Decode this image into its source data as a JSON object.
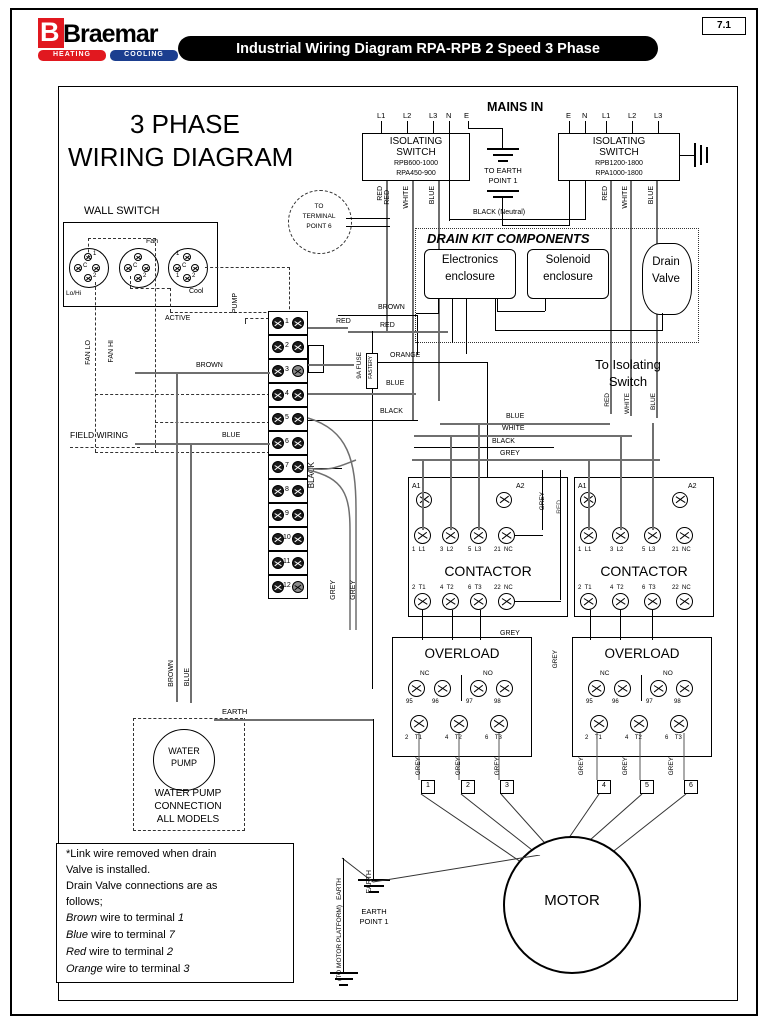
{
  "page": {
    "number": "7.1",
    "brand": {
      "name": "Braemar",
      "tag_left": "HEATING",
      "tag_right": "COOLING"
    },
    "header_title": "Industrial Wiring Diagram RPA-RPB 2 Speed 3 Phase",
    "diagram_title_line1": "3 PHASE",
    "diagram_title_line2": "WIRING DIAGRAM"
  },
  "mains": {
    "label": "MAINS IN",
    "left_switch": {
      "title_line1": "ISOLATING",
      "title_line2": "SWITCH",
      "model1": "RPB600-1000",
      "model2": "RPA450-900",
      "top_terminals": [
        "L1",
        "L2",
        "L3",
        "N",
        "E"
      ],
      "bottom_wires": [
        "RED",
        "WHITE",
        "BLUE"
      ]
    },
    "right_switch": {
      "title_line1": "ISOLATING",
      "title_line2": "SWITCH",
      "model1": "RPB1200-1800",
      "model2": "RPA1000-1800",
      "top_terminals": [
        "E",
        "N",
        "L1",
        "L2",
        "L3"
      ],
      "bottom_wires": [
        "RED",
        "WHITE",
        "BLUE"
      ]
    },
    "earth_note_line1": "TO EARTH",
    "earth_note_line2": "POINT 1",
    "neutral_label": "BLACK (Neutral)"
  },
  "wall_switch": {
    "title": "WALL SWITCH",
    "fan_label": "Fan",
    "cool_label": "Cool",
    "lohi_label": "Lo/Hi",
    "dial_terms": [
      "1",
      "C",
      "2"
    ],
    "active_label": "ACTIVE",
    "pump_label": "PUMP",
    "fan_lo_label": "FAN LO",
    "fan_hi_label": "FAN HI",
    "field_wiring_label": "FIELD WIRING"
  },
  "terminal_point": {
    "line1": "TO",
    "line2": "TERMINAL",
    "line3": "POINT 6"
  },
  "drain_kit": {
    "title": "DRAIN KIT COMPONENTS",
    "items": [
      {
        "line1": "Electronics",
        "line2": "enclosure"
      },
      {
        "line1": "Solenoid",
        "line2": "enclosure"
      },
      {
        "line1": "Drain",
        "line2": "Valve"
      }
    ]
  },
  "terminal_block": {
    "numbers": [
      "1",
      "2",
      "3",
      "4",
      "5",
      "6",
      "7",
      "8",
      "9",
      "10",
      "11",
      "12"
    ]
  },
  "wire_labels": {
    "brown": "BROWN",
    "red": "RED",
    "red2": "RED",
    "red_vert": "RED",
    "orange": "ORANGE",
    "blue": "BLUE",
    "blue2": "BLUE",
    "black": "BLACK",
    "black2": "BLACK",
    "white": "WHITE",
    "grey": "GREY",
    "fuse_rating": "9A FUSE",
    "fuse_name": "FASTERY",
    "earth": "EARTH",
    "brown_v": "BROWN",
    "blue_v": "BLUE",
    "grey_v": "GREY"
  },
  "to_isolating": {
    "line1": "To Isolating",
    "line2": "Switch",
    "wires": [
      "RED",
      "WHITE",
      "BLUE"
    ]
  },
  "contactor": {
    "title": "CONTACTOR",
    "coil_left": "A1",
    "coil_right": "A2",
    "top_row": [
      "1  L1",
      "3  L2",
      "5  L3",
      "21  NC"
    ],
    "bottom_row": [
      "2  T1",
      "4  T2",
      "6  T3",
      "22  NC"
    ]
  },
  "overload": {
    "title": "OVERLOAD",
    "nc_label": "NC",
    "no_label": "NO",
    "aux_terms": [
      "95",
      "96",
      "97",
      "98"
    ],
    "main_terms": [
      "2    T1",
      "4    T2",
      "6    T3"
    ]
  },
  "water_pump": {
    "circle_line1": "WATER",
    "circle_line2": "PUMP",
    "caption_line1": "WATER PUMP",
    "caption_line2": "CONNECTION",
    "caption_line3": "ALL MODELS"
  },
  "motor": {
    "label": "MOTOR",
    "wire_numbers": [
      "1",
      "2",
      "3",
      "4",
      "5",
      "6"
    ],
    "wire_color": "GREY"
  },
  "earth_point": {
    "line1": "EARTH",
    "line2": "POINT 1",
    "motor_platform_line1": "EARTH",
    "motor_platform_line2": "(TO MOTOR PLATFORM)"
  },
  "notes": {
    "lines": [
      "*Link wire removed when drain",
      "Valve is installed.",
      "Drain Valve connections are as",
      "follows;"
    ],
    "connections": [
      {
        "color": "Brown",
        "rest": " wire to terminal ",
        "terminal": "1"
      },
      {
        "color": "Blue",
        "rest": " wire to terminal ",
        "terminal": "7"
      },
      {
        "color": "Red",
        "rest": " wire to terminal ",
        "terminal": "2"
      },
      {
        "color": "Orange",
        "rest": " wire to terminal ",
        "terminal": "3"
      }
    ]
  },
  "colors": {
    "brand_red": "#e1181f",
    "brand_blue": "#1b3e8f",
    "wire_grey": "#6f6f6f",
    "black": "#000000"
  }
}
